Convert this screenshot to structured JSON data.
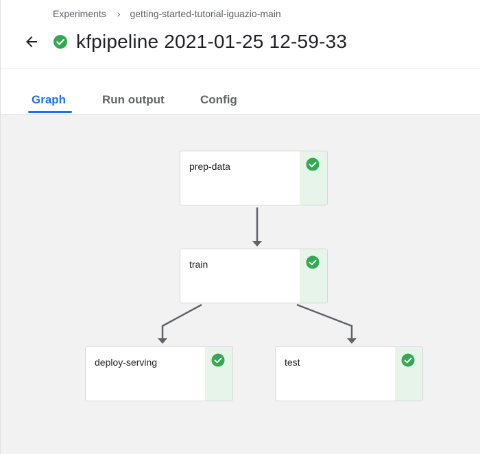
{
  "breadcrumb": {
    "items": [
      "Experiments",
      "getting-started-tutorial-iguazio-main"
    ],
    "separator": "›"
  },
  "header": {
    "title": "kfpipeline 2021-01-25 12-59-33",
    "status": "success"
  },
  "tabs": [
    {
      "label": "Graph",
      "active": true
    },
    {
      "label": "Run output",
      "active": false
    },
    {
      "label": "Config",
      "active": false
    }
  ],
  "graph": {
    "nodes": [
      {
        "label": "prep-data",
        "status": "success"
      },
      {
        "label": "train",
        "status": "success"
      },
      {
        "label": "deploy-serving",
        "status": "success"
      },
      {
        "label": "test",
        "status": "success"
      }
    ],
    "edges": [
      {
        "from": "prep-data",
        "to": "train"
      },
      {
        "from": "train",
        "to": "deploy-serving"
      },
      {
        "from": "train",
        "to": "test"
      }
    ]
  },
  "colors": {
    "accent": "#1a73e8",
    "success": "#34a853",
    "success_bg": "#e6f4ea",
    "canvas_bg": "#f2f2f2",
    "edge": "#5f6368"
  }
}
